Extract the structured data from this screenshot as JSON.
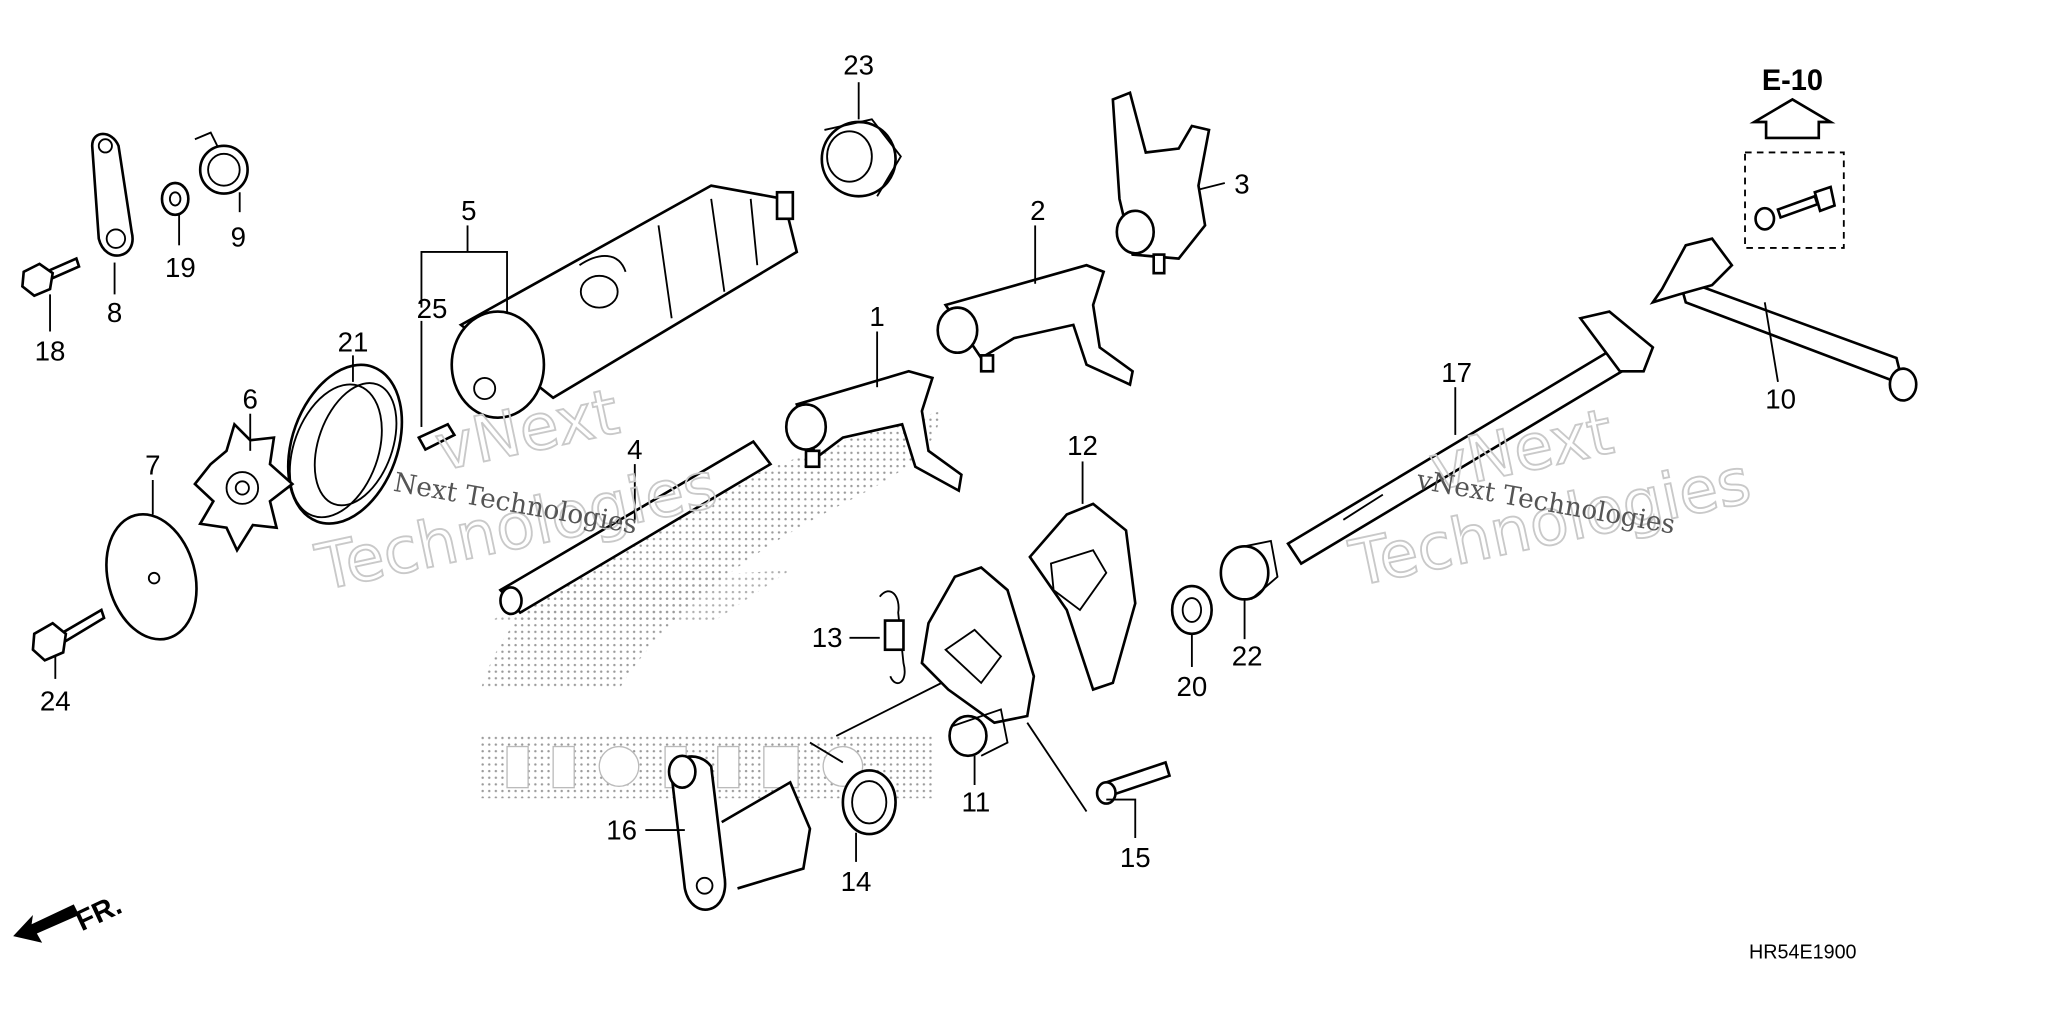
{
  "diagram": {
    "code": "HR54E1900",
    "ref_label": "E-10",
    "direction_label": "FR.",
    "watermarks": [
      {
        "line1": "vNext",
        "line2": "Technologies"
      },
      {
        "line1": "vNext",
        "line2": "Technologies"
      }
    ],
    "watermark_plain": [
      "Next Technologies",
      "vNext Technologies"
    ],
    "callouts": [
      {
        "id": "1",
        "text": "1"
      },
      {
        "id": "2",
        "text": "2"
      },
      {
        "id": "3",
        "text": "3"
      },
      {
        "id": "4",
        "text": "4"
      },
      {
        "id": "5",
        "text": "5"
      },
      {
        "id": "6",
        "text": "6"
      },
      {
        "id": "7",
        "text": "7"
      },
      {
        "id": "8",
        "text": "8"
      },
      {
        "id": "9",
        "text": "9"
      },
      {
        "id": "10",
        "text": "10"
      },
      {
        "id": "11",
        "text": "11"
      },
      {
        "id": "12",
        "text": "12"
      },
      {
        "id": "13",
        "text": "13"
      },
      {
        "id": "14",
        "text": "14"
      },
      {
        "id": "15",
        "text": "15"
      },
      {
        "id": "16",
        "text": "16"
      },
      {
        "id": "17",
        "text": "17"
      },
      {
        "id": "18",
        "text": "18"
      },
      {
        "id": "19",
        "text": "19"
      },
      {
        "id": "20",
        "text": "20"
      },
      {
        "id": "21",
        "text": "21"
      },
      {
        "id": "22",
        "text": "22"
      },
      {
        "id": "23",
        "text": "23"
      },
      {
        "id": "24",
        "text": "24"
      },
      {
        "id": "25",
        "text": "25"
      }
    ]
  }
}
